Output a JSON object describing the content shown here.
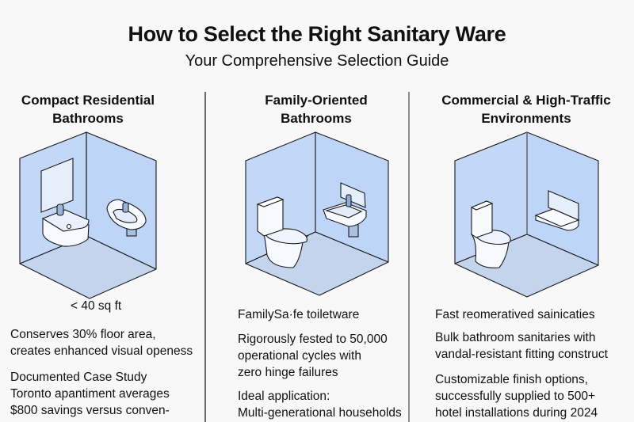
{
  "header": {
    "title": "How to Select the Right Sanitary Ware",
    "subtitle": "Your Comprehensive Selection Guide"
  },
  "colors": {
    "background": "#f8f8f8",
    "wall": "#c3d7f7",
    "wall_back": "#bcd3f6",
    "floor": "#c2d3ec",
    "outline": "#1a1a1a",
    "fixture": "#f6f9ff",
    "divider": "#6a6a6a"
  },
  "columns": [
    {
      "heading_line1": "Compact Residential",
      "heading_line2": "Bathrooms",
      "illustration": [
        "bidet-icon",
        "mirror-icon",
        "wall-basin-icon"
      ],
      "tag": "< 40 sq ft",
      "para1": [
        "Conserves 30% floor area,",
        "creates enhanced visual openess"
      ],
      "para2": [
        "Documented Case Study",
        "Toronto apantiment averages",
        "$800 savings versus conven-"
      ]
    },
    {
      "heading_line1": "Family-Oriented",
      "heading_line2": "Bathrooms",
      "illustration": [
        "toilet-icon",
        "wall-sink-icon"
      ],
      "tag": "FamilySa·fe toiletware",
      "para1": [
        "Rigorously fested to 50,000",
        "operational cycles with",
        "zero hinge failures"
      ],
      "para2": [
        "Ideal application:",
        "Multi-generational households"
      ]
    },
    {
      "heading_line1": "Commercial & High-Traffic",
      "heading_line2": "Environments",
      "illustration": [
        "toilet-icon",
        "shelf-sink-icon"
      ],
      "tag": "Fast reomerativеd sainicaties",
      "para1": [
        "Bulk bathroom sanitaries with",
        "vandal-resistant fitting construct"
      ],
      "para2": [
        "Customizable finish options,",
        "successfully supplied to 500+",
        "hotel installations during 2024"
      ]
    }
  ]
}
